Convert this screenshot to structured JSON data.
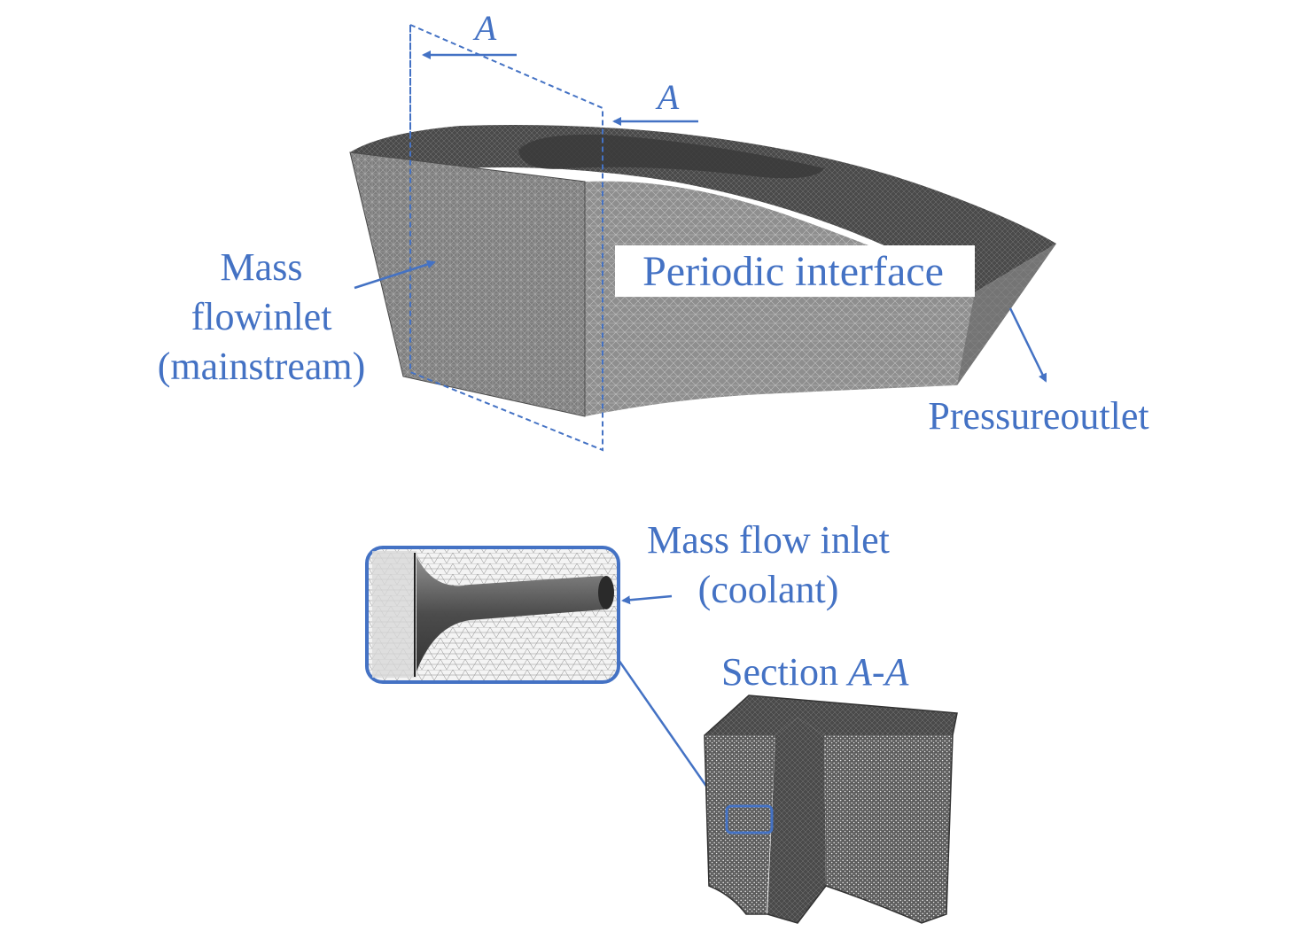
{
  "colors": {
    "accent": "#4472c4",
    "mesh_dark": "#3a3a3a",
    "mesh_mid": "#6e6e6e",
    "mesh_light": "#a8a8a8"
  },
  "section_marker_left": "A",
  "section_marker_right": "A",
  "labels": {
    "mass_flow_inlet_main_line1": "Mass",
    "mass_flow_inlet_main_line2": "flowinlet",
    "mass_flow_inlet_main_line3": "(mainstream)",
    "periodic_interface": "Periodic interface",
    "pressure_outlet": "Pressureoutlet",
    "mass_flow_inlet_coolant_line1": "Mass flow inlet",
    "mass_flow_inlet_coolant_line2": "(coolant)",
    "section_prefix": "Section ",
    "section_name": "A-A"
  }
}
